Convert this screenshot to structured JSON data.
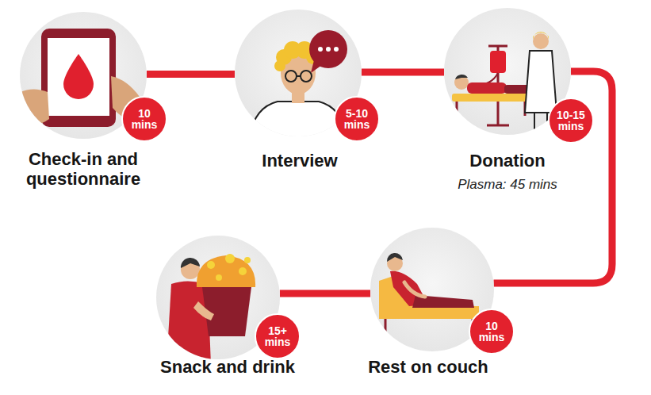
{
  "diagram": {
    "nodes": [
      {
        "text": [
          "Check-in and questionnaire"
        ]
      },
      {
        "text": [
          "10 mins"
        ],
        "in": 0
      },
      {
        "text": [
          "Interview"
        ]
      },
      {
        "text": [
          "5-10 mins"
        ],
        "in": 2
      },
      {
        "text": [
          "Donation",
          "Plasma: 45 mins"
        ]
      },
      {
        "text": [
          "10-15 mins"
        ],
        "in": 4
      },
      {
        "text": [
          "Snack and drink"
        ]
      },
      {
        "text": [
          "15+ mins"
        ],
        "in": 6
      },
      {
        "text": [
          "Rest on couch"
        ]
      },
      {
        "text": [
          "10 mins"
        ],
        "in": 8
      }
    ],
    "edges": [
      {
        "from": 0,
        "to": 2,
        "arrow": "none"
      },
      {
        "from": 2,
        "to": 4,
        "arrow": "none"
      },
      {
        "from": 4,
        "to": 8,
        "arrow": "none"
      },
      {
        "from": 8,
        "to": 6,
        "arrow": "none"
      }
    ]
  }
}
